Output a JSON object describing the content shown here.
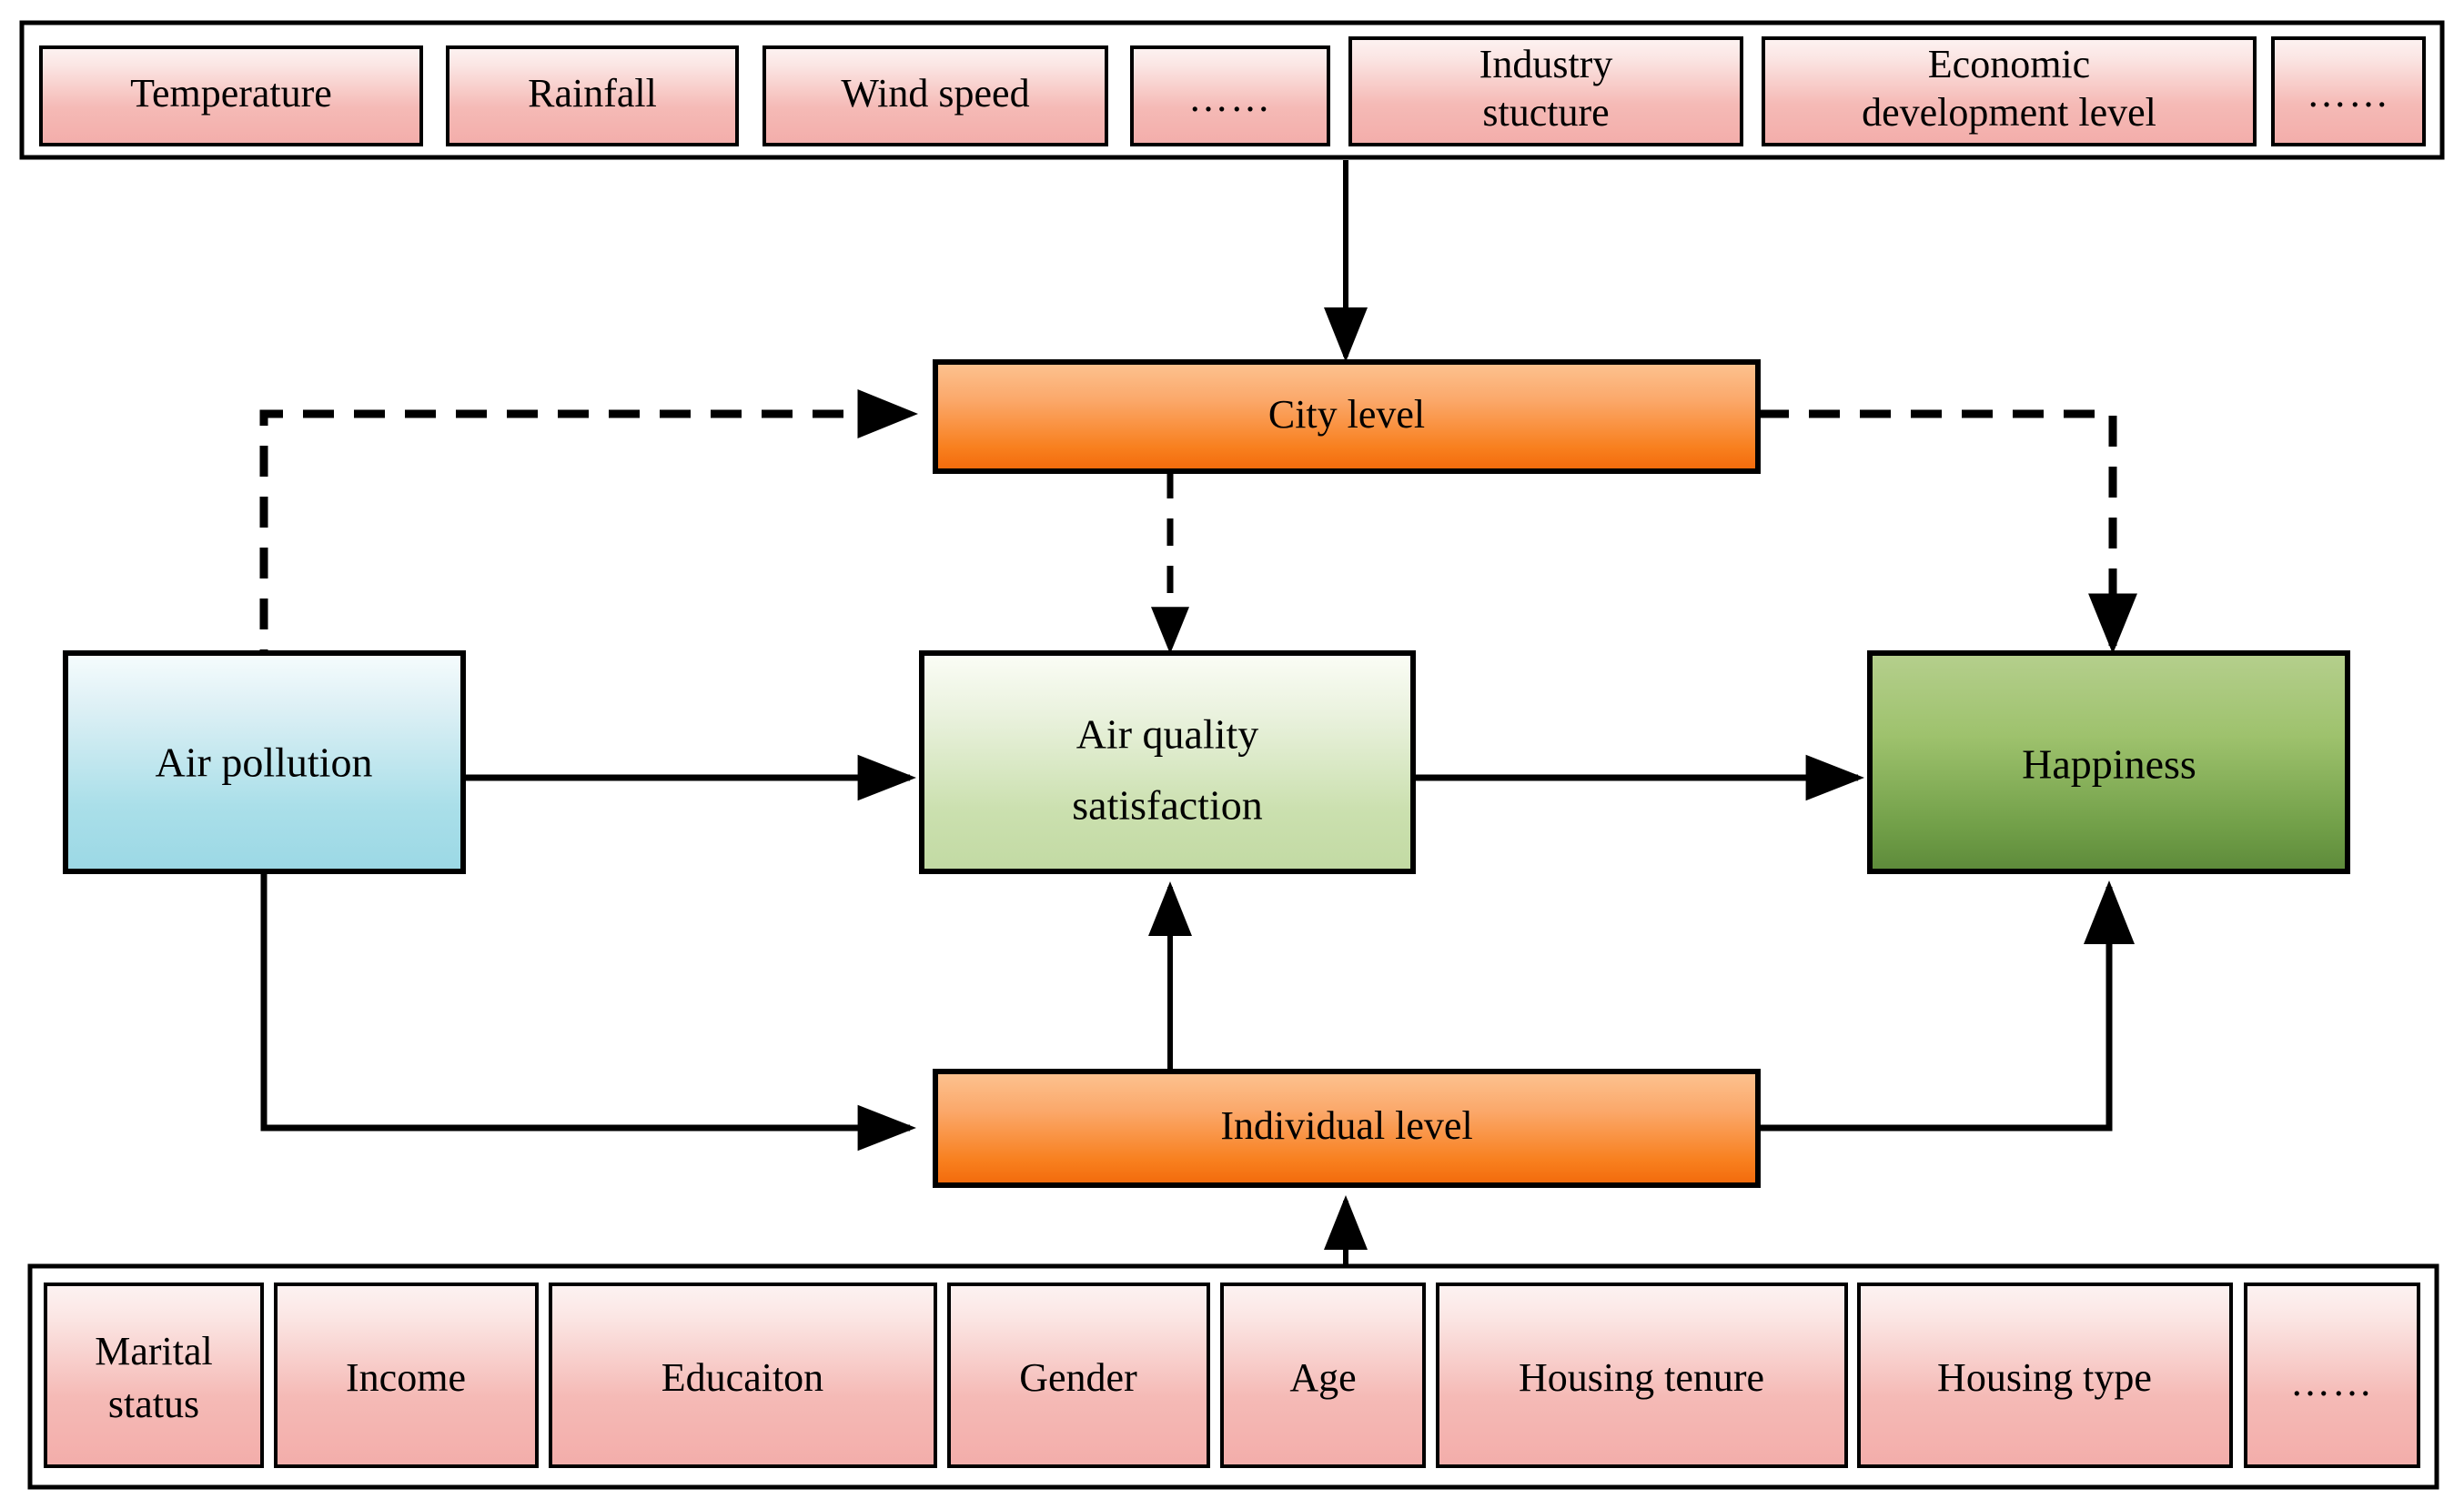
{
  "diagram": {
    "title": "Air pollution, air quality satisfaction and happiness framework",
    "colors": {
      "factor_top": "#fdf1f0",
      "factor_bottom": "#f3aeab",
      "level_top": "#fcb982",
      "level_bottom": "#f5700a",
      "pollution_top": "#f4fbfd",
      "pollution_bottom": "#9ed9e5",
      "satisfaction_top": "#fbfdf6",
      "satisfaction_bottom": "#c3dba5",
      "happiness_top": "#aecb82",
      "happiness_bottom": "#5e8c3b",
      "stroke": "#000000",
      "background": "#ffffff"
    },
    "city_factors": {
      "group_name": "city-level-factors",
      "items": [
        {
          "label": "Temperature",
          "lines": [
            "Temperature"
          ]
        },
        {
          "label": "Rainfall",
          "lines": [
            "Rainfall"
          ]
        },
        {
          "label": "Wind speed",
          "lines": [
            "Wind speed"
          ]
        },
        {
          "label": "……",
          "lines": [
            "……"
          ]
        },
        {
          "label": "Industry stucture",
          "lines": [
            "Industry",
            "stucture"
          ]
        },
        {
          "label": "Economic development level",
          "lines": [
            "Economic",
            "development level"
          ]
        },
        {
          "label": "……",
          "lines": [
            "……"
          ]
        }
      ]
    },
    "individual_factors": {
      "group_name": "individual-level-factors",
      "items": [
        {
          "label": "Marital status",
          "lines": [
            "Marital",
            "status"
          ]
        },
        {
          "label": "Income",
          "lines": [
            "Income"
          ]
        },
        {
          "label": "Educaiton",
          "lines": [
            "Educaiton"
          ]
        },
        {
          "label": "Gender",
          "lines": [
            "Gender"
          ]
        },
        {
          "label": "Age",
          "lines": [
            "Age"
          ]
        },
        {
          "label": "Housing tenure",
          "lines": [
            "Housing tenure"
          ]
        },
        {
          "label": "Housing type",
          "lines": [
            "Housing type"
          ]
        },
        {
          "label": "……",
          "lines": [
            "……"
          ]
        }
      ]
    },
    "nodes": {
      "city_level": {
        "label": "City level"
      },
      "individual_level": {
        "label": "Individual level"
      },
      "air_pollution": {
        "label": "Air pollution",
        "lines": [
          "Air pollution"
        ]
      },
      "air_quality_satisfaction": {
        "label": "Air quality satisfaction",
        "lines": [
          "Air quality",
          "satisfaction"
        ]
      },
      "happiness": {
        "label": "Happiness",
        "lines": [
          "Happiness"
        ]
      }
    },
    "edges": [
      {
        "name": "city-factors-to-city-level",
        "from": "city_factors_frame",
        "to": "city_level",
        "style": "solid",
        "arrow": true
      },
      {
        "name": "air-pollution-to-city-level",
        "from": "air_pollution",
        "to": "city_level",
        "style": "dashed",
        "arrow": true
      },
      {
        "name": "city-level-to-happiness",
        "from": "city_level",
        "to": "happiness",
        "style": "dashed",
        "arrow": true
      },
      {
        "name": "city-level-to-air-quality-satisfaction",
        "from": "city_level",
        "to": "air_quality_satisfaction",
        "style": "dashed",
        "arrow": true
      },
      {
        "name": "air-pollution-to-air-quality-satisfaction",
        "from": "air_pollution",
        "to": "air_quality_satisfaction",
        "style": "solid",
        "arrow": true
      },
      {
        "name": "air-quality-satisfaction-to-happiness",
        "from": "air_quality_satisfaction",
        "to": "happiness",
        "style": "solid",
        "arrow": true
      },
      {
        "name": "air-pollution-to-individual-level",
        "from": "air_pollution",
        "to": "individual_level",
        "style": "solid",
        "arrow": true
      },
      {
        "name": "individual-level-to-air-quality-satisfaction",
        "from": "individual_level",
        "to": "air_quality_satisfaction",
        "style": "solid",
        "arrow": true
      },
      {
        "name": "individual-level-to-happiness",
        "from": "individual_level",
        "to": "happiness",
        "style": "solid",
        "arrow": true
      },
      {
        "name": "individual-factors-to-individual-level",
        "from": "individual_factors_frame",
        "to": "individual_level",
        "style": "solid",
        "arrow": true
      }
    ]
  }
}
